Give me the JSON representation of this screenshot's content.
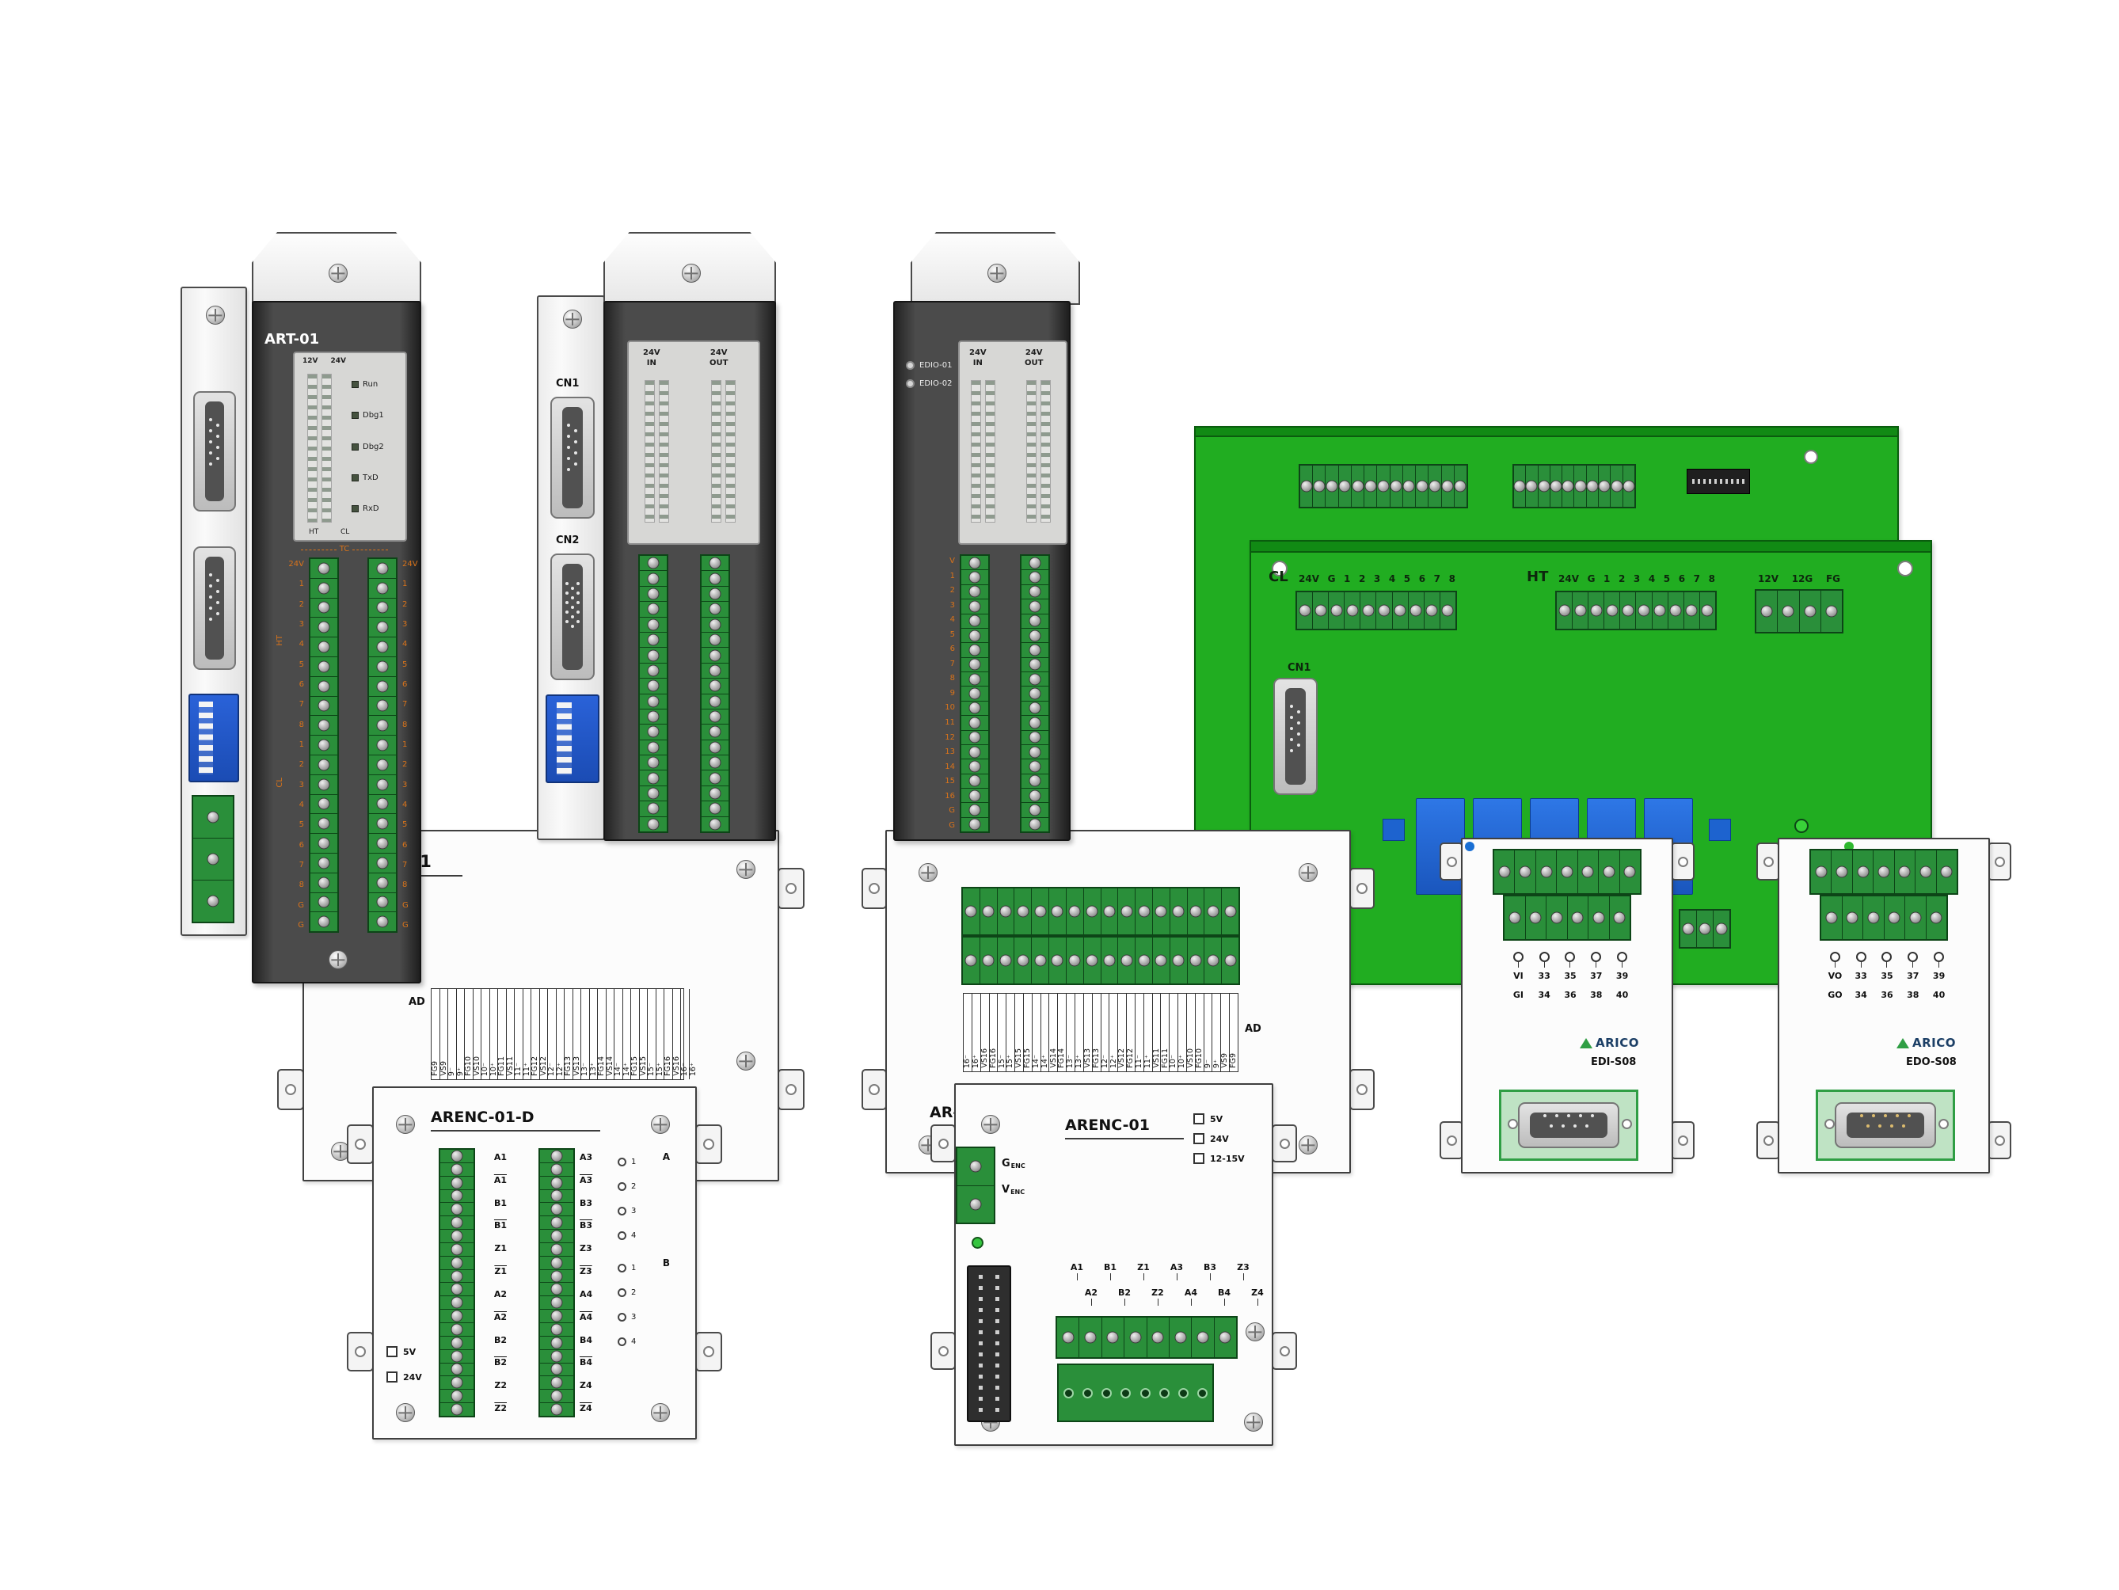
{
  "art01": {
    "title": "ART-01",
    "volt_labels": [
      "12V",
      "24V"
    ],
    "leds": [
      "Run",
      "Dbg1",
      "Dbg2",
      "TxD",
      "RxD"
    ],
    "panel_ht": "HT",
    "panel_cl": "CL",
    "tc": "TC",
    "group_ht": "HT",
    "group_cl": "CL",
    "row_labels": [
      "24V",
      "1",
      "2",
      "3",
      "4",
      "5",
      "6",
      "7",
      "8",
      "1",
      "2",
      "3",
      "4",
      "5",
      "6",
      "7",
      "8",
      "G",
      "G"
    ],
    "pins": 19,
    "side_conn_pins": 3
  },
  "cnmod": {
    "cn1": "CN1",
    "cn2": "CN2",
    "hdr_v": "24V",
    "hdr_in": "IN",
    "hdr_out": "OUT",
    "pins": 18
  },
  "edio": {
    "led1": "EDIO-01",
    "led2": "EDIO-02",
    "row_labels": [
      "V",
      "1",
      "2",
      "3",
      "4",
      "5",
      "6",
      "7",
      "8",
      "9",
      "10",
      "11",
      "12",
      "13",
      "14",
      "15",
      "16",
      "G",
      "G"
    ],
    "pins": 19
  },
  "pcb": {
    "cl": "CL",
    "ht": "HT",
    "cn1": "CN1",
    "hdr_cols": [
      "24V",
      "G",
      "1",
      "2",
      "3",
      "4",
      "5",
      "6",
      "7",
      "8"
    ],
    "pwr_cols": [
      "12V",
      "12G",
      "FG"
    ],
    "io_pins": 10,
    "pwr_pins": 4,
    "top_strip1_pins": 13,
    "top_strip2_pins": 10,
    "aux_pins": 3,
    "relays": 5
  },
  "aread1": {
    "title": "AR-EAD-1",
    "ad": "AD",
    "cols": [
      "FG9",
      "VS9",
      "9⁻",
      "9⁺",
      "FG10",
      "VS10",
      "10⁻",
      "10⁺",
      "FG11",
      "VS11",
      "11⁻",
      "11⁺",
      "FG12",
      "VS12",
      "12⁻",
      "12⁺",
      "FG13",
      "VS13",
      "13⁻",
      "13⁺",
      "FG14",
      "VS14",
      "14⁻",
      "14⁺",
      "FG15",
      "VS15",
      "15⁻",
      "15⁺",
      "FG16",
      "VS16",
      "16⁻",
      "16⁺"
    ]
  },
  "aread2": {
    "title": "AR-",
    "ad": "AD",
    "block_pins": 16,
    "cols": [
      "16⁻",
      "16⁺",
      "VS16",
      "FG16",
      "15⁻",
      "15⁺",
      "VS15",
      "FG15",
      "14⁻",
      "14⁺",
      "VS14",
      "FG14",
      "13⁻",
      "13⁺",
      "VS13",
      "FG13",
      "12⁻",
      "12⁺",
      "VS12",
      "FG12",
      "11⁻",
      "11⁺",
      "VS11",
      "FG11",
      "10⁻",
      "10⁺",
      "VS10",
      "FG10",
      "9⁻",
      "9⁺",
      "VS9",
      "FG9"
    ]
  },
  "arencd": {
    "title": "ARENC-01-D",
    "pins": 20,
    "left_labels": [
      {
        "t": "A1"
      },
      {
        "t": "A1",
        "bar": true
      },
      {
        "t": "B1"
      },
      {
        "t": "B1",
        "bar": true
      },
      {
        "t": "Z1"
      },
      {
        "t": "Z1",
        "bar": true
      },
      {
        "t": "A2"
      },
      {
        "t": "A2",
        "bar": true
      },
      {
        "t": "B2"
      },
      {
        "t": "B2",
        "bar": true
      },
      {
        "t": "Z2"
      },
      {
        "t": "Z2",
        "bar": true
      }
    ],
    "right_labels": [
      {
        "t": "A3"
      },
      {
        "t": "A3",
        "bar": true
      },
      {
        "t": "B3"
      },
      {
        "t": "B3",
        "bar": true
      },
      {
        "t": "Z3"
      },
      {
        "t": "Z3",
        "bar": true
      },
      {
        "t": "A4"
      },
      {
        "t": "A4",
        "bar": true
      },
      {
        "t": "B4"
      },
      {
        "t": "B4",
        "bar": true
      },
      {
        "t": "Z4"
      },
      {
        "t": "Z4",
        "bar": true
      }
    ],
    "group_a": "A",
    "group_b": "B",
    "led_nums": [
      "1",
      "2",
      "3",
      "4"
    ],
    "checks": [
      "5V",
      "24V"
    ]
  },
  "arenc": {
    "title": "ARENC-01",
    "checks": [
      "5V",
      "24V",
      "12-15V"
    ],
    "enc": [
      {
        "main": "G",
        "sub": "ENC"
      },
      {
        "main": "V",
        "sub": "ENC"
      }
    ],
    "enc_pins": 2,
    "row1": [
      "A1",
      "B1",
      "Z1",
      "A3",
      "B3",
      "Z3"
    ],
    "row2": [
      "A2",
      "B2",
      "Z2",
      "A4",
      "B4",
      "Z4"
    ],
    "pins": 8
  },
  "edi": {
    "brand": "ARICO",
    "model": "EDI-S08",
    "row1": [
      "VI",
      "33",
      "35",
      "37",
      "39"
    ],
    "row2": [
      "GI",
      "34",
      "36",
      "38",
      "40"
    ],
    "row1_pins": 7,
    "row2_pins": 6,
    "ind_count": 5
  },
  "edo": {
    "brand": "ARICO",
    "model": "EDO-S08",
    "row1": [
      "VO",
      "33",
      "35",
      "37",
      "39"
    ],
    "row2": [
      "GO",
      "34",
      "36",
      "38",
      "40"
    ],
    "row1_pins": 7,
    "row2_pins": 6,
    "ind_count": 5
  }
}
